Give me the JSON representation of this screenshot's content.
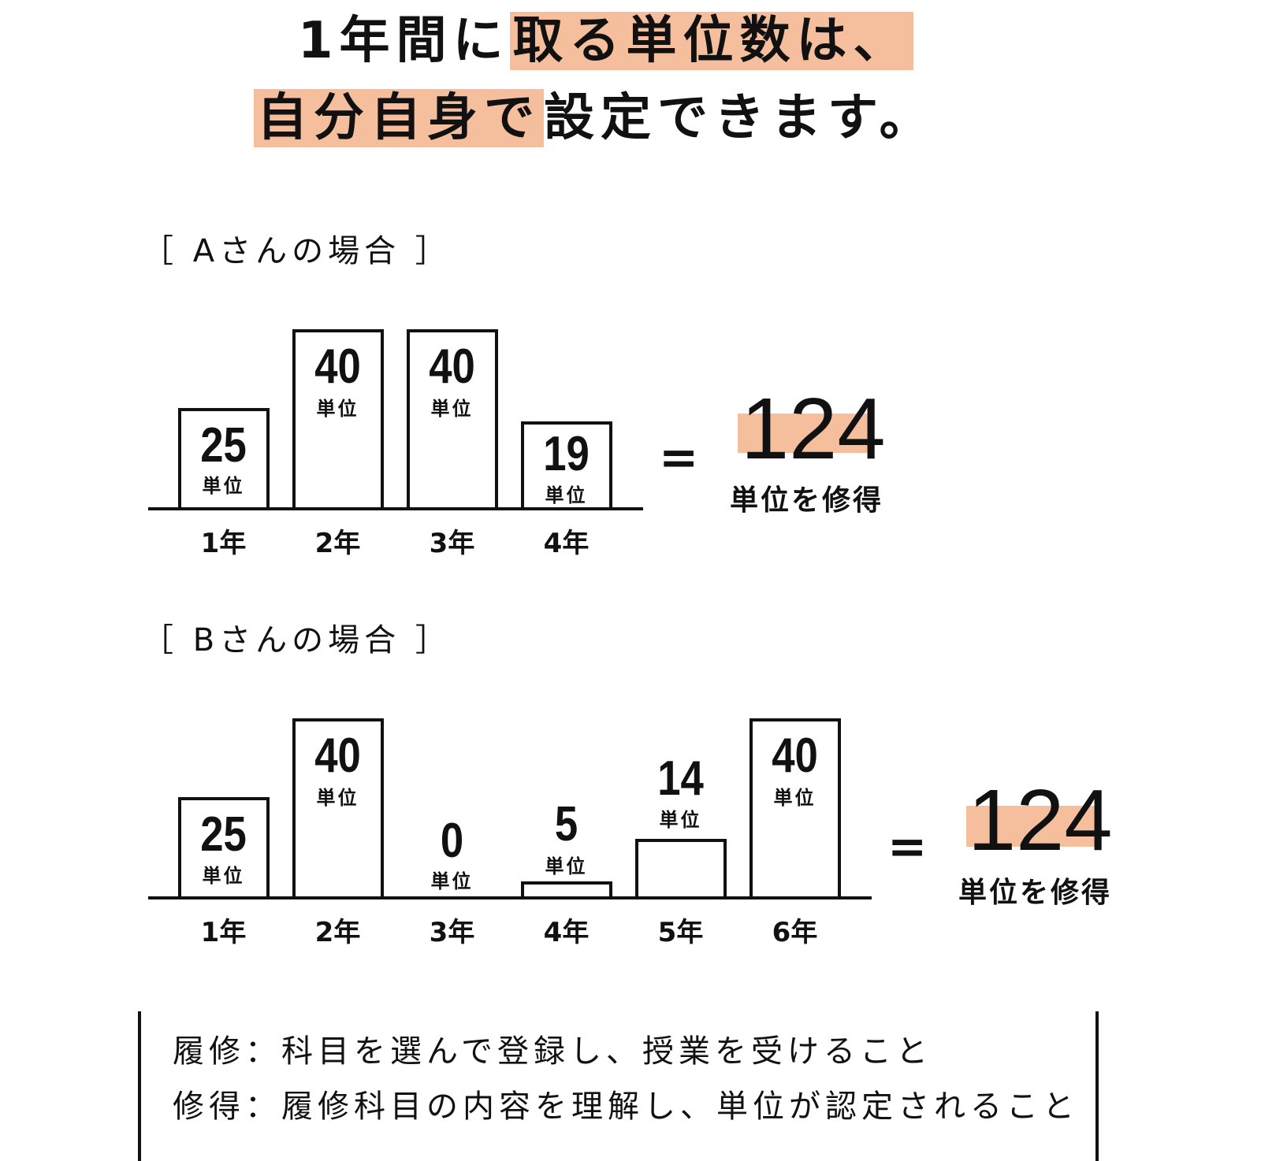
{
  "headline": {
    "line1_plain": "1年間に",
    "line1_highlight": "取る単位数は、",
    "line2_highlight": "自分自身で",
    "line2_plain": "設定できます。",
    "highlight_color": "#f5bf9d"
  },
  "case_a": {
    "label": "［ Aさんの場合 ］",
    "equals": "=",
    "total": "124",
    "total_label": "単位を修得"
  },
  "case_b": {
    "label": "［ Bさんの場合 ］",
    "equals": "=",
    "total": "124",
    "total_label": "単位を修得"
  },
  "unit_label": "単位",
  "definitions": {
    "rishu": "履修：科目を選んで登録し、授業を受けること",
    "shutoku": "修得：履修科目の内容を理解し、単位が認定されること"
  },
  "chart_data": [
    {
      "type": "bar",
      "title": "Aさんの場合",
      "categories": [
        "1年",
        "2年",
        "3年",
        "4年"
      ],
      "values": [
        25,
        40,
        40,
        19
      ],
      "value_labels": [
        "25",
        "40",
        "40",
        "19"
      ],
      "unit": "単位",
      "total": 124,
      "total_label": "124 単位を修得",
      "xlabel": "",
      "ylabel": "",
      "ylim": [
        0,
        40
      ],
      "grid": false
    },
    {
      "type": "bar",
      "title": "Bさんの場合",
      "categories": [
        "1年",
        "2年",
        "3年",
        "4年",
        "5年",
        "6年"
      ],
      "values": [
        25,
        40,
        0,
        5,
        14,
        40
      ],
      "value_labels": [
        "25",
        "40",
        "0",
        "5",
        "14",
        "40"
      ],
      "unit": "単位",
      "total": 124,
      "total_label": "124 単位を修得",
      "xlabel": "",
      "ylabel": "",
      "ylim": [
        0,
        40
      ],
      "grid": false
    }
  ]
}
